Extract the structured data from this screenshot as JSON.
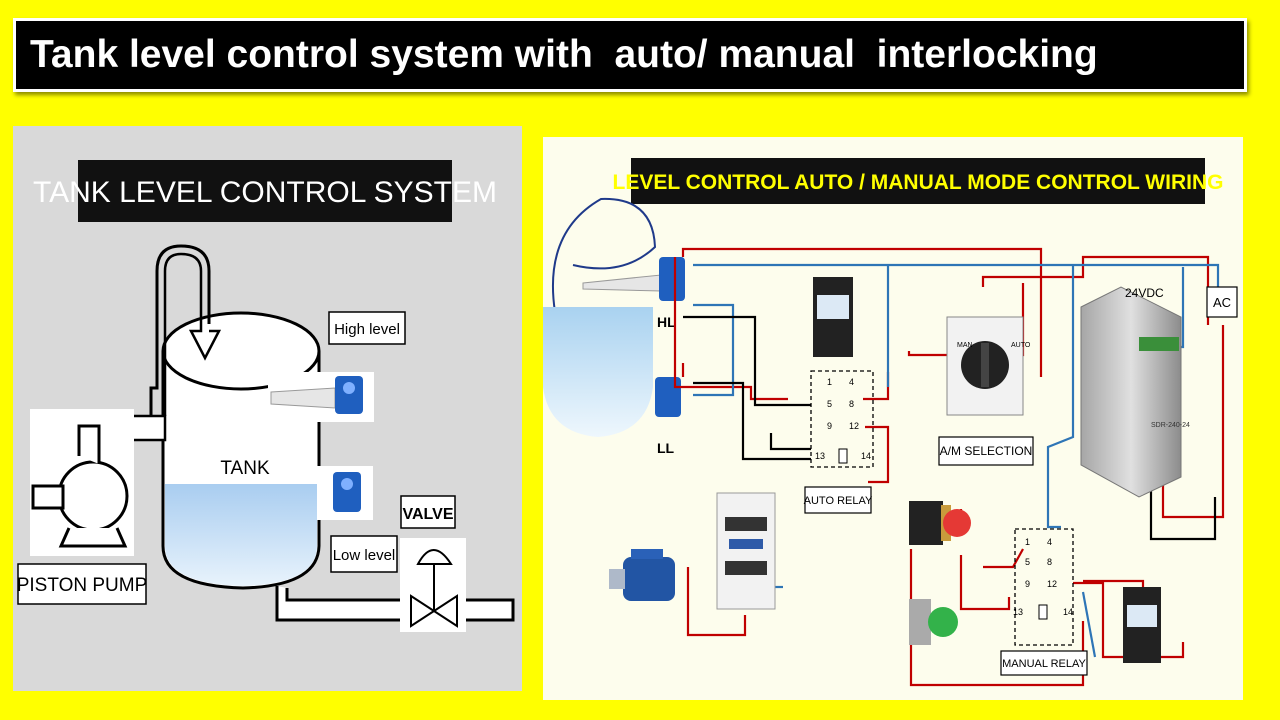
{
  "title": "Tank level control system with  auto/ manual  interlocking",
  "left": {
    "heading": "TANK LEVEL CONTROL SYSTEM",
    "tank_label": "TANK",
    "high_level": "High level",
    "low_level": "Low level",
    "valve": "VALVE",
    "pump": "PISTON PUMP"
  },
  "right": {
    "heading": "LEVEL CONTROL  AUTO / MANUAL  MODE CONTROL WIRING",
    "hl": "HL",
    "ll": "LL",
    "supply_dc": "24VDC",
    "supply_ac": "AC",
    "psu_model": "SDR-240-24",
    "selector_label": "A/M SELECTION",
    "selector_auto": "AUTO",
    "selector_man": "MAN",
    "auto_relay": "AUTO RELAY",
    "manual_relay": "MANUAL RELAY",
    "auto_relay_pins": [
      "1",
      "4",
      "5",
      "8",
      "9",
      "12",
      "13",
      "14"
    ],
    "manual_relay_pins": [
      "1",
      "4",
      "5",
      "8",
      "9",
      "12",
      "13",
      "14"
    ]
  },
  "colors": {
    "background": "#ffff00",
    "wire_red": "#c00000",
    "wire_blue": "#2e75b6",
    "wire_black": "#000000",
    "water": "#bcd9f2",
    "sensor_blue": "#1f5fbf"
  }
}
